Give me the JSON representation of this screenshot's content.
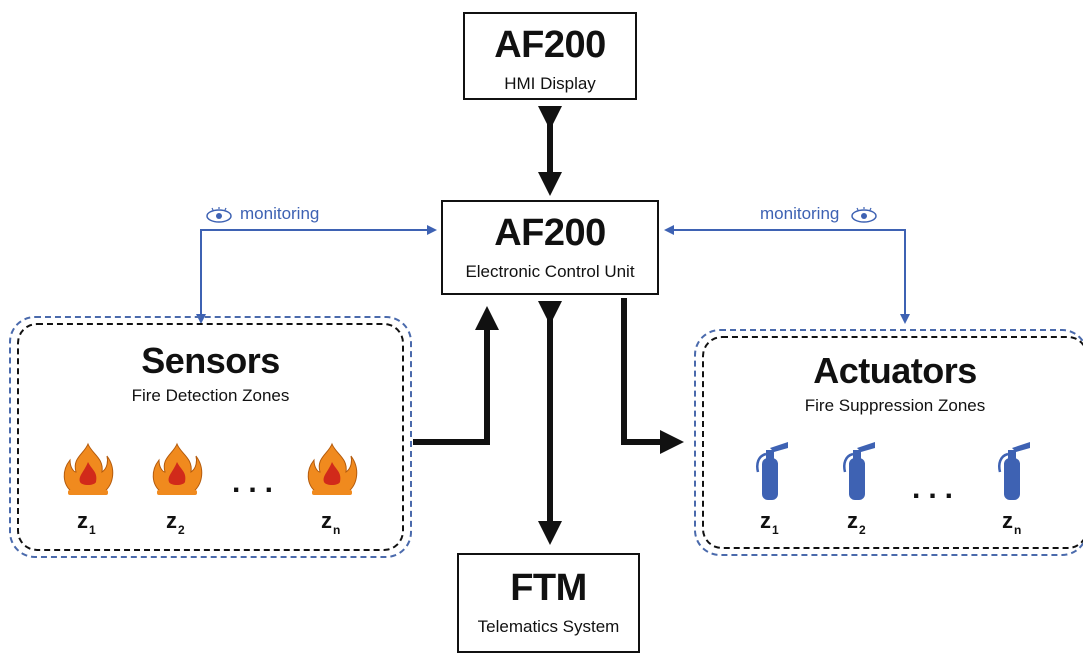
{
  "hmi": {
    "title": "AF200",
    "subtitle": "HMI Display"
  },
  "ecu": {
    "title": "AF200",
    "subtitle": "Electronic Control Unit"
  },
  "ftm": {
    "title": "FTM",
    "subtitle": "Telematics System"
  },
  "sensors": {
    "title": "Sensors",
    "subtitle": "Fire Detection Zones",
    "zones": [
      {
        "letter": "z",
        "sub": "1"
      },
      {
        "letter": "z",
        "sub": "2"
      },
      {
        "letter": "z",
        "sub": "n"
      }
    ],
    "ellipsis": "...",
    "icon": "fire-icon"
  },
  "actuators": {
    "title": "Actuators",
    "subtitle": "Fire Suppression Zones",
    "zones": [
      {
        "letter": "z",
        "sub": "1"
      },
      {
        "letter": "z",
        "sub": "2"
      },
      {
        "letter": "z",
        "sub": "n"
      }
    ],
    "ellipsis": "...",
    "icon": "fire-extinguisher-icon"
  },
  "monitoring": {
    "left": "monitoring",
    "right": "monitoring",
    "icon": "eye-icon"
  },
  "colors": {
    "accent": "#3e62b3",
    "line": "#111111",
    "flame_outer": "#f08a1e",
    "flame_inner": "#d12a1a"
  }
}
